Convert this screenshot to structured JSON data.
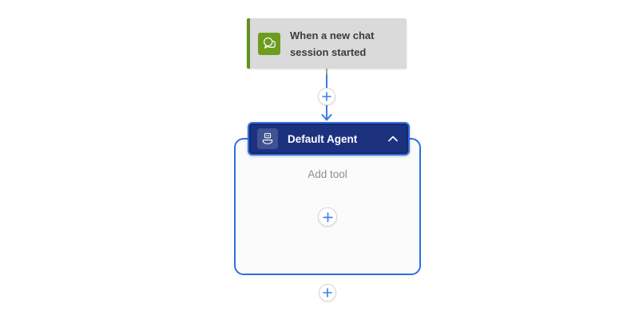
{
  "trigger": {
    "title": "When a new chat session started",
    "icon": "chat-bubbles-icon",
    "colors": {
      "background": "#DADADA",
      "icon_tile_green": "#6C9C20",
      "accent_stripe_green": "#61901A",
      "text": "#3C3C3C"
    }
  },
  "connector": {
    "insert_icon": "plus-icon",
    "arrow_icon": "arrow-down-icon",
    "line_color_blue": "#3C7BE8",
    "stub_color_gray": "#9E9E9E"
  },
  "agent": {
    "title": "Default Agent",
    "icon": "robot-icon",
    "collapse_icon": "chevron-up-icon",
    "empty_label": "Add tool",
    "add_tool_icon": "plus-icon",
    "colors": {
      "header_background": "#1C327F",
      "header_inner_border": "#15296E",
      "selection_outline": "#2D6EE2",
      "container_background": "#FBFBFB",
      "container_border": "#2D6EE2",
      "empty_label_text": "#8F8F8F"
    }
  },
  "footer": {
    "add_node_icon": "plus-icon"
  }
}
